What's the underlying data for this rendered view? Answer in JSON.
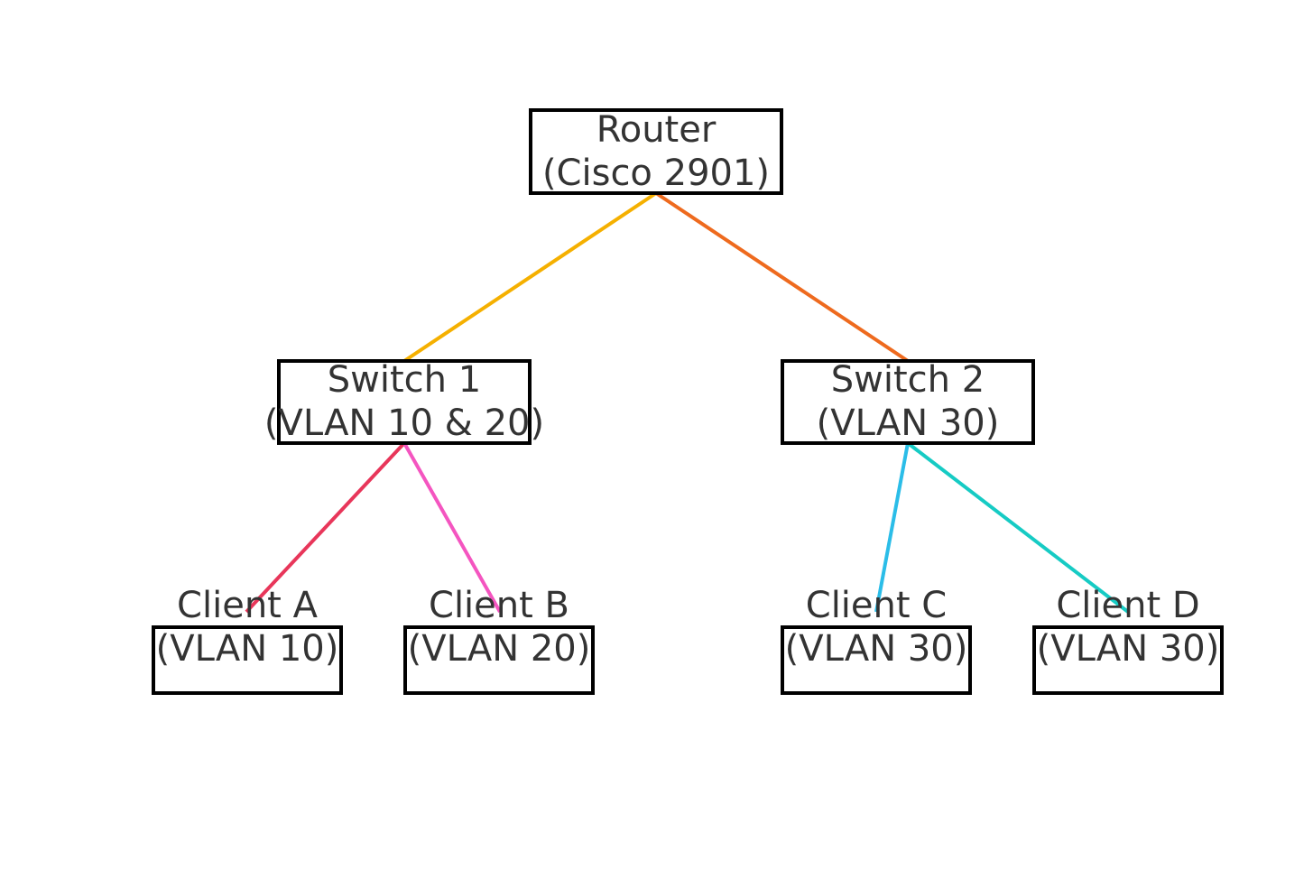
{
  "nodes": {
    "router": {
      "line1": "Router",
      "line2": "(Cisco 2901)"
    },
    "switch1": {
      "line1": "Switch 1",
      "line2": "(VLAN 10 & 20)"
    },
    "switch2": {
      "line1": "Switch 2",
      "line2": "(VLAN 30)"
    },
    "clientA": {
      "line1": "Client A",
      "line2": "(VLAN 10)"
    },
    "clientB": {
      "line1": "Client B",
      "line2": "(VLAN 20)"
    },
    "clientC": {
      "line1": "Client C",
      "line2": "(VLAN 30)"
    },
    "clientD": {
      "line1": "Client D",
      "line2": "(VLAN 30)"
    }
  },
  "links": [
    {
      "from": "router",
      "to": "switch1",
      "color": "#f5b000"
    },
    {
      "from": "router",
      "to": "switch2",
      "color": "#ee6a1e"
    },
    {
      "from": "switch1",
      "to": "clientA",
      "color": "#e8365a"
    },
    {
      "from": "switch1",
      "to": "clientB",
      "color": "#f455c0"
    },
    {
      "from": "switch2",
      "to": "clientC",
      "color": "#2bbde8"
    },
    {
      "from": "switch2",
      "to": "clientD",
      "color": "#16cbc4"
    }
  ]
}
